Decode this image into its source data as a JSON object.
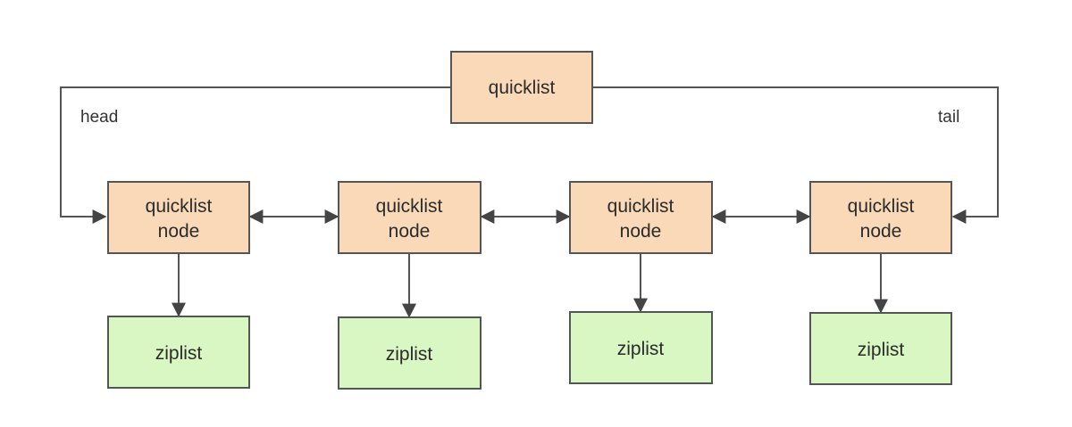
{
  "colors": {
    "list_fill": "#f9d9b8",
    "ziplist_fill": "#d9f7c3",
    "stroke": "#555555",
    "arrow": "#444444"
  },
  "root": {
    "label": "quicklist"
  },
  "labels": {
    "head": "head",
    "tail": "tail"
  },
  "nodes": [
    {
      "line1": "quicklist",
      "line2": "node",
      "child": "ziplist"
    },
    {
      "line1": "quicklist",
      "line2": "node",
      "child": "ziplist"
    },
    {
      "line1": "quicklist",
      "line2": "node",
      "child": "ziplist"
    },
    {
      "line1": "quicklist",
      "line2": "node",
      "child": "ziplist"
    }
  ]
}
